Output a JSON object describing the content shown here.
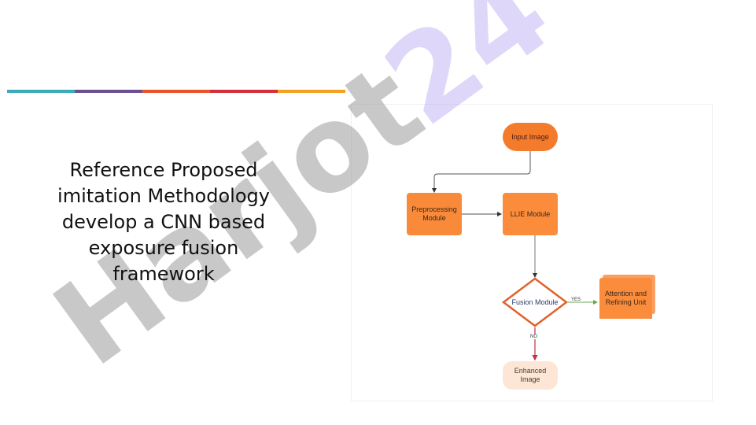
{
  "slide": {
    "title_lines": [
      "Reference Proposed",
      "imitation Methodology",
      "develop a CNN based",
      "exposure fusion",
      "framework"
    ],
    "accent_bar_colors": [
      "#3aacb8",
      "#6a4f94",
      "#e8542a",
      "#d2303a",
      "#f5a020"
    ]
  },
  "flowchart": {
    "nodes": {
      "input": "Input Image",
      "preprocessing_line1": "Preprocessing",
      "preprocessing_line2": "Module",
      "llie": "LLIE Module",
      "fusion": "Fusion Module",
      "attention_line1": "Attention and",
      "attention_line2": "Refining Unit",
      "enhanced_line1": "Enhanced",
      "enhanced_line2": "Image"
    },
    "edge_labels": {
      "yes": "YES",
      "no": "NO"
    },
    "colors": {
      "node_orange": "#fb8c3c",
      "diamond_border": "#e0622a",
      "enhanced_fill": "#fde6d6",
      "yes_arrow": "#6aa84f",
      "no_arrow": "#c0304a"
    }
  },
  "watermark": {
    "text": "Harjot24"
  }
}
